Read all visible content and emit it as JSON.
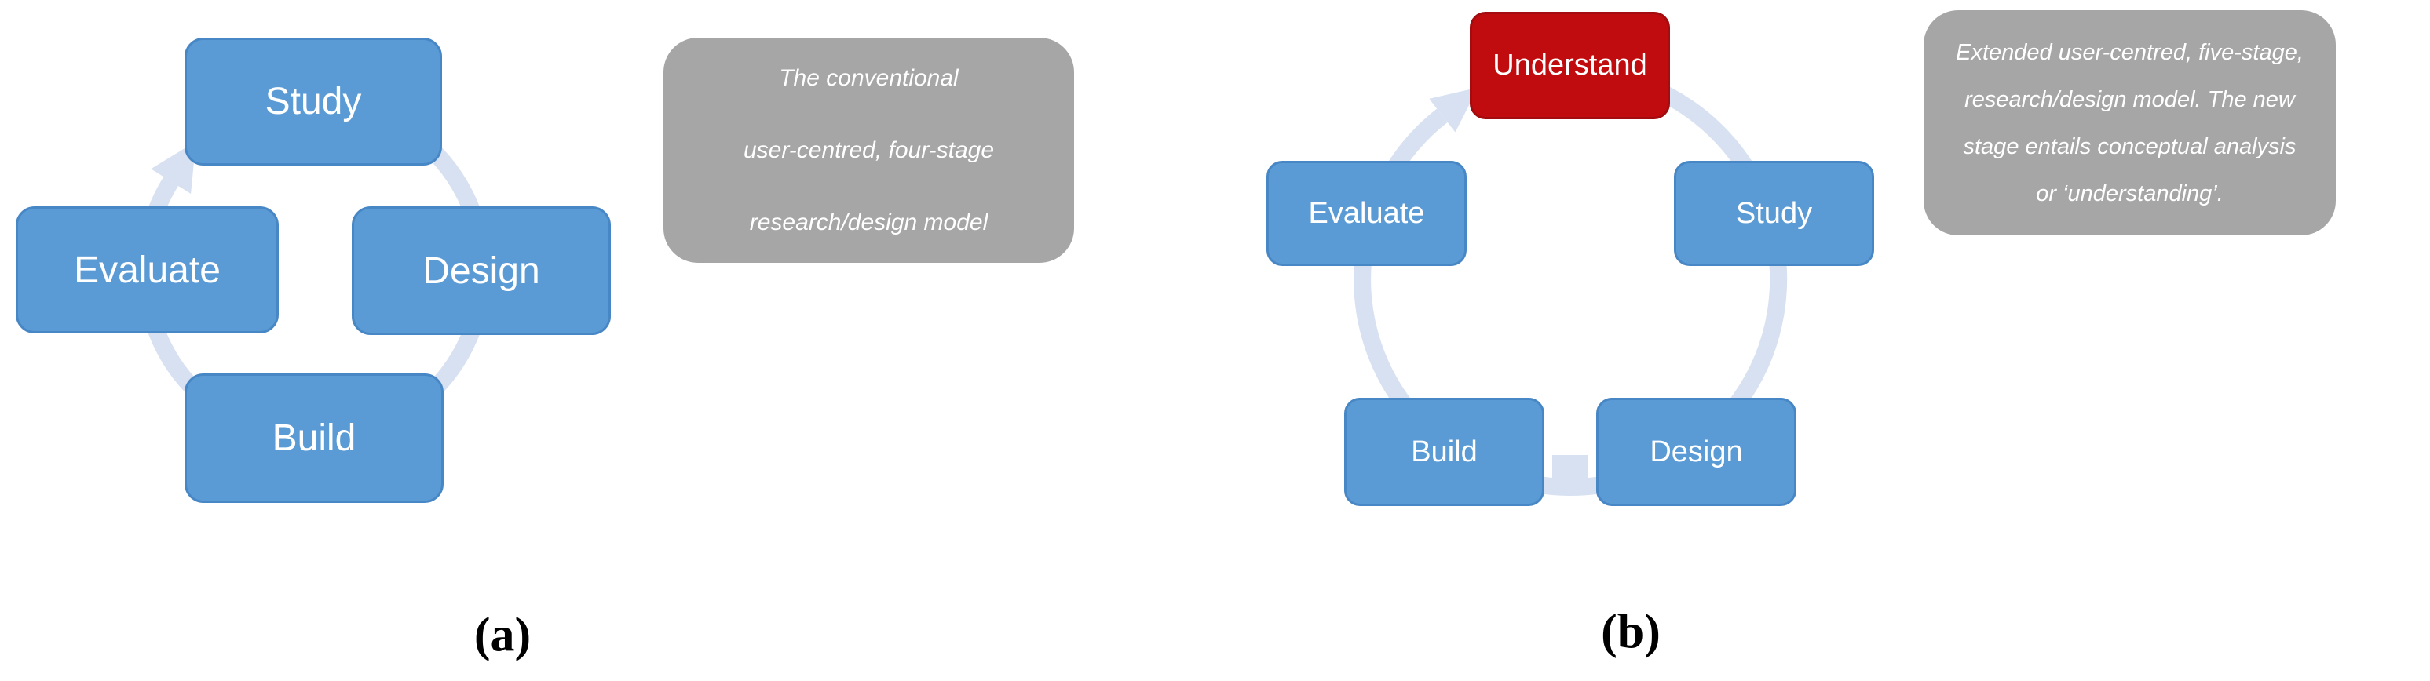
{
  "figure": {
    "background": "#ffffff",
    "panels": [
      {
        "id": "a",
        "label": "(a)",
        "type": "cycle",
        "stages": [
          "Study",
          "Design",
          "Build",
          "Evaluate"
        ],
        "caption": "The conventional\nuser-centred, four-stage\nresearch/design model"
      },
      {
        "id": "b",
        "label": "(b)",
        "type": "cycle",
        "stages": [
          "Understand",
          "Study",
          "Design",
          "Build",
          "Evaluate"
        ],
        "highlighted_stage": "Understand",
        "caption": "Extended user-centred, five-stage,\nresearch/design model. The new\nstage entails conceptual analysis\nor ‘understanding’."
      }
    ],
    "colors": {
      "stage_fill": "#5b9bd5",
      "stage_border": "#4887c5",
      "highlight_fill": "#c00b0f",
      "highlight_border": "#a30d10",
      "ring": "#d7e1f1",
      "caption_fill": "#a6a6a6",
      "caption_text": "#ffffff",
      "stage_text": "#ffffff",
      "label_text": "#000000"
    }
  }
}
